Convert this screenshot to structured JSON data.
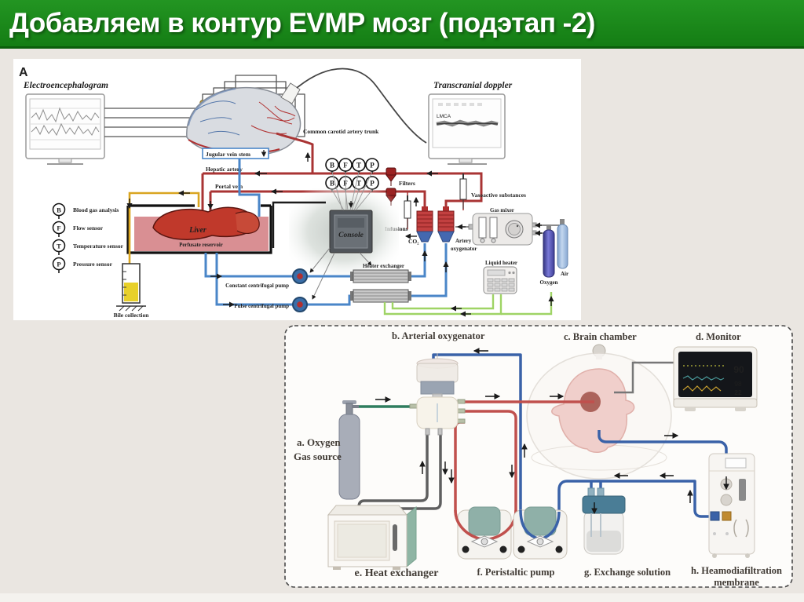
{
  "slide": {
    "title": "Добавляем в контур EVMP мозг (подэтап -2)"
  },
  "colors": {
    "title_bg": "#178a17",
    "slide_bg": "#eae6e1",
    "arterial_red_top": "#a93434",
    "venous_blue_top": "#4a86c8",
    "bile_gold": "#d9a520",
    "gas_green_top": "#9fd465",
    "bottom_red": "#c0504d",
    "bottom_blue": "#3a62a8",
    "gas_green_bottom": "#2e7d5e"
  },
  "diagram_a": {
    "panel_label": "A",
    "eeg_label": "Electroencephalogram",
    "doppler_label": "Transcranial doppler",
    "doppler_screen_text": "LMCA",
    "labels": {
      "carotid": "Common carotid artery trunk",
      "jugular": "Jugular vein stem",
      "hepatic": "Hepatic artery",
      "portal": "Portal vein",
      "liver": "Liver",
      "reservoir": "Perfusate reservoir",
      "bile": "Bile collection",
      "console": "Console",
      "filters": "Filters",
      "vasoactive": "Vasoactive substances",
      "infusions": "Infusions",
      "co2": "CO₂",
      "artery_oxygenator_1": "Artery",
      "artery_oxygenator_2": "oxygenator",
      "gas_mixer": "Gas mixer",
      "liquid_heater": "Liquid heater",
      "heater_exchanger": "Heater exchanger",
      "constant_pump": "Constant centrifugal pump",
      "pulse_pump": "Pulse centrifugal pump",
      "oxygen": "Oxygen",
      "air": "Air"
    },
    "legend": [
      {
        "symbol": "B",
        "label": "Blood gas analysis"
      },
      {
        "symbol": "F",
        "label": "Flow sensor"
      },
      {
        "symbol": "T",
        "label": "Temperature sensor"
      },
      {
        "symbol": "P",
        "label": "Pressure sensor"
      }
    ],
    "sensor_rows": {
      "row1": [
        "B",
        "F",
        "T",
        "P"
      ],
      "row2": [
        "B",
        "F",
        "T",
        "P"
      ]
    }
  },
  "diagram_b": {
    "labels": {
      "a_line1": "a. Oxygen",
      "a_line2": "Gas source",
      "b": "b. Arterial oxygenator",
      "c": "c. Brain chamber",
      "d": "d. Monitor",
      "e": "e. Heat exchanger",
      "f": "f. Peristaltic pump",
      "g": "g. Exchange solution",
      "h_line1": "h. Heamodiafiltration",
      "h_line2": "membrane"
    },
    "monitor_values": [
      {
        "value": "90",
        "color": "#d6d62c"
      },
      {
        "value": "98",
        "color": "#8f9a96"
      },
      {
        "value": "22",
        "color": "#44b050"
      }
    ]
  }
}
